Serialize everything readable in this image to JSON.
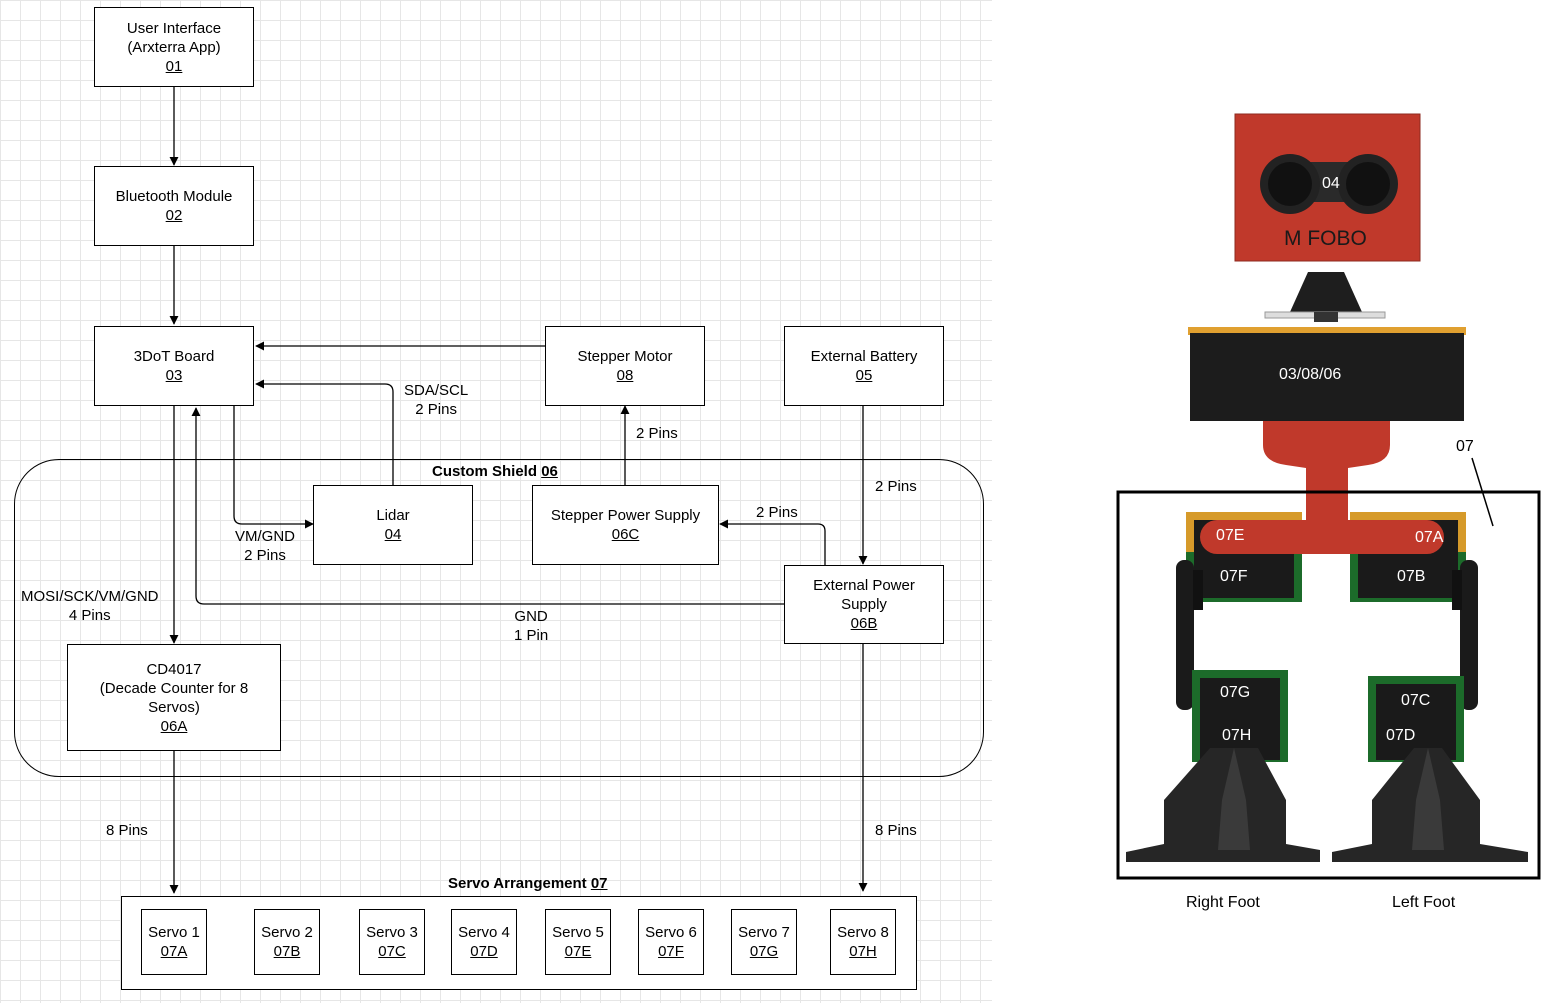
{
  "blocks": {
    "ui": {
      "line1": "User Interface",
      "line2": "(Arxterra App)",
      "id": "01"
    },
    "bt": {
      "line1": "Bluetooth Module",
      "id": "02"
    },
    "board": {
      "line1": "3DoT Board",
      "id": "03"
    },
    "stepper": {
      "line1": "Stepper Motor",
      "id": "08"
    },
    "battery": {
      "line1": "External Battery",
      "id": "05"
    },
    "lidar": {
      "line1": "Lidar",
      "id": "04"
    },
    "sps": {
      "line1": "Stepper Power Supply",
      "id": "06C"
    },
    "eps": {
      "line1": "External Power",
      "line2": "Supply",
      "id": "06B"
    },
    "cd4017": {
      "line1": "CD4017",
      "line2": "(Decade Counter for 8",
      "line3": "Servos)",
      "id": "06A"
    }
  },
  "groups": {
    "shield": {
      "title": "Custom Shield",
      "id": "06"
    },
    "servo_arr": {
      "title": "Servo Arrangement",
      "id": "07"
    }
  },
  "servos": [
    {
      "label": "Servo 1",
      "id": "07A"
    },
    {
      "label": "Servo 2",
      "id": "07B"
    },
    {
      "label": "Servo 3",
      "id": "07C"
    },
    {
      "label": "Servo 4",
      "id": "07D"
    },
    {
      "label": "Servo 5",
      "id": "07E"
    },
    {
      "label": "Servo 6",
      "id": "07F"
    },
    {
      "label": "Servo 7",
      "id": "07G"
    },
    {
      "label": "Servo 8",
      "id": "07H"
    }
  ],
  "connections": {
    "sda_scl": {
      "line1": "SDA/SCL",
      "line2": "2 Pins"
    },
    "stepper_pins": "2 Pins",
    "battery_pins": "2 Pins",
    "sps_pins": "2 Pins",
    "vm_gnd": {
      "line1": "VM/GND",
      "line2": "2 Pins"
    },
    "mosi": {
      "line1": "MOSI/SCK/VM/GND",
      "line2": "4 Pins"
    },
    "gnd": {
      "line1": "GND",
      "line2": "1 Pin"
    },
    "left_8pins": "8 Pins",
    "right_8pins": "8 Pins"
  },
  "robot": {
    "head_id": "04",
    "head_brand": "M FOBO",
    "body_id": "03/08/06",
    "servo_group_id": "07",
    "servo_labels": {
      "e": "07E",
      "a": "07A",
      "f": "07F",
      "b": "07B",
      "g": "07G",
      "c": "07C",
      "h": "07H",
      "d": "07D"
    },
    "right_foot": "Right Foot",
    "left_foot": "Left Foot",
    "colors": {
      "head": "#c0392b",
      "body": "#1c1c1c",
      "accent": "#e0a030",
      "pcb": "#2e7d32"
    }
  }
}
